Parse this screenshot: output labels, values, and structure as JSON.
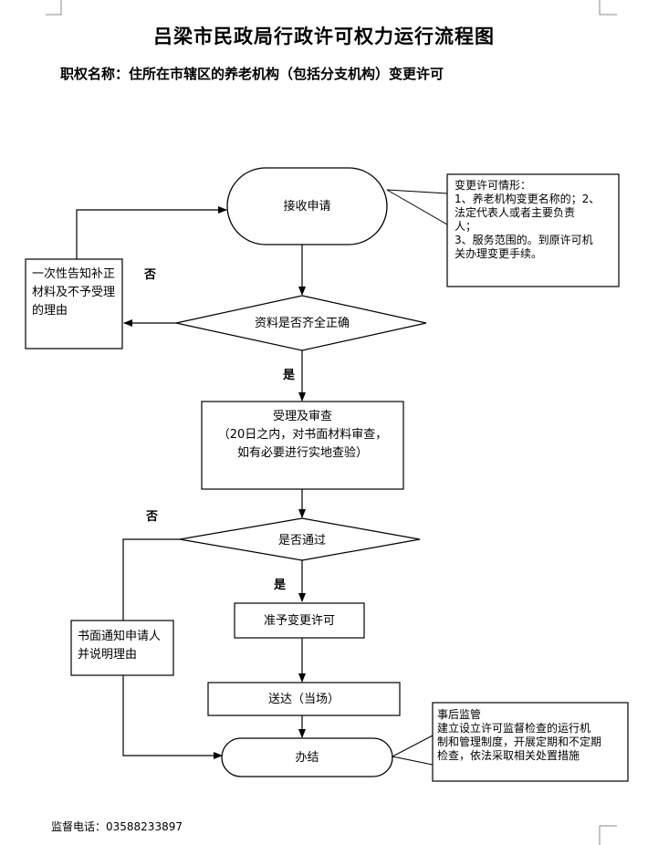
{
  "title": "吕梁市民政局行政许可权力运行流程图",
  "subtitle": "职权名称：住所在市辖区的养老机构（包括分支机构）变更许可",
  "nodes": {
    "receive": "接收申请",
    "check_docs": "资料是否齐全正确",
    "notify_supplement": "一次性告知补正材料及不予受理的理由",
    "accept_review": {
      "line1": "受理及审查",
      "line2": "（20日之内，对书面材料审查，",
      "line3": "如有必要进行实地查验）"
    },
    "passed": "是否通过",
    "written_notice": "书面通知申请人并说明理由",
    "approve": "准予变更许可",
    "deliver": "送达（当场）",
    "finish": "办结"
  },
  "notes": {
    "change_cases": {
      "line1": "变更许可情形：",
      "line2": "1、养老机构变更名称的；2、",
      "line3": "法定代表人或者主要负责",
      "line4": "人；",
      "line5": "3、服务范围的。到原许可机",
      "line6": "关办理变更手续。"
    },
    "supervision": {
      "line1": "事后监管",
      "line2": "建立设立许可监督检查的运行机",
      "line3": "制和管理制度，开展定期和不定期",
      "line4": "检查，依法采取相关处置措施"
    }
  },
  "labels": {
    "no1": "否",
    "yes1": "是",
    "no2": "否",
    "yes2": "是"
  },
  "footer": "监督电话：03588233897"
}
